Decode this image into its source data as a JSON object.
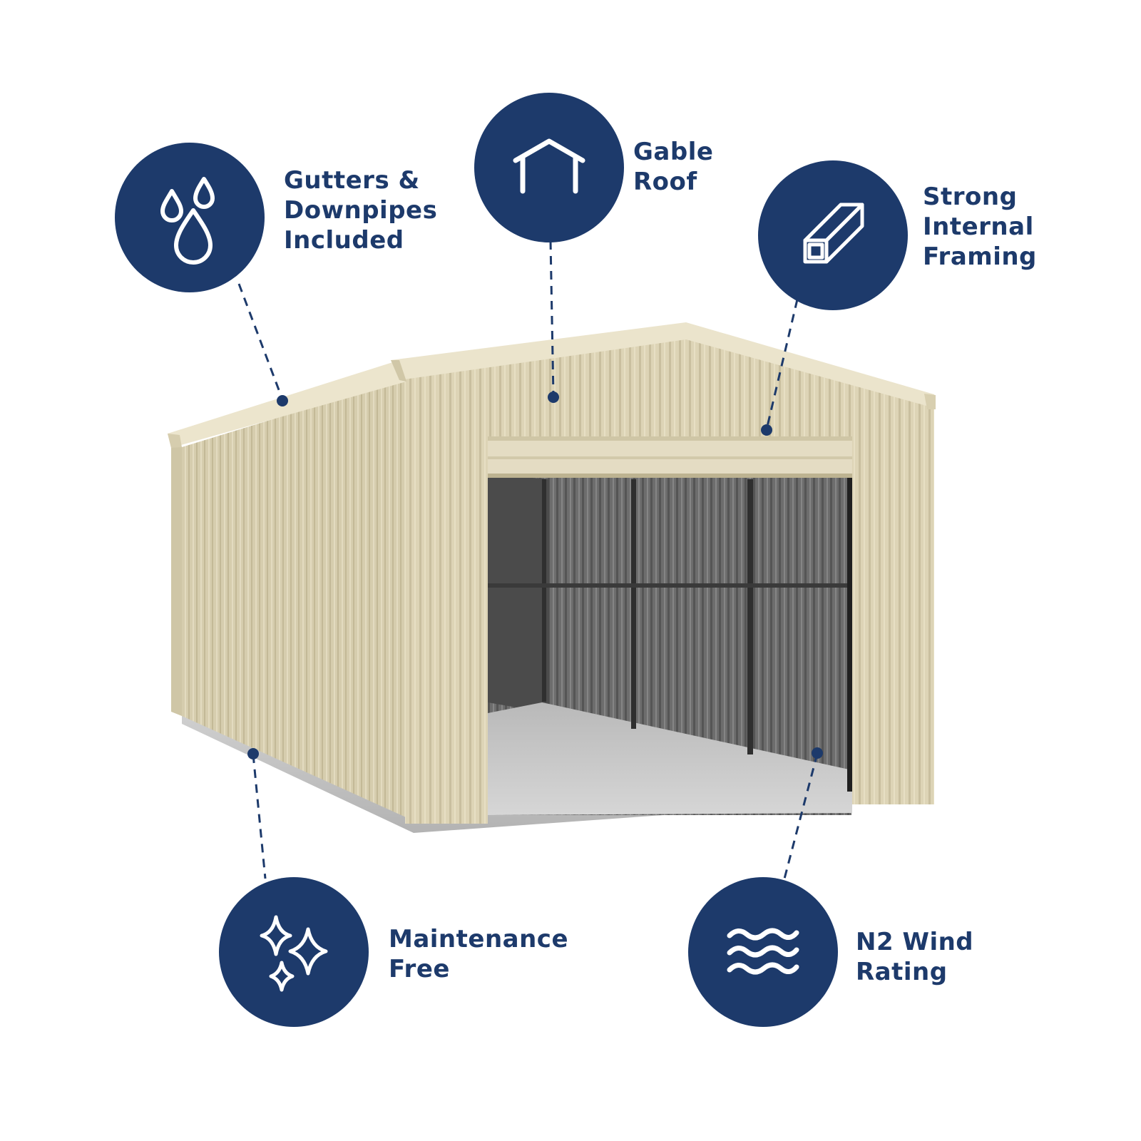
{
  "colors": {
    "accent": "#1d3a6b",
    "shed_panel": "#ddd4b6",
    "shed_interior": "#6c6c6c",
    "floor": "#c9c9c9",
    "background": "#ffffff"
  },
  "features": [
    {
      "id": "gutters",
      "icon": "water-drops-icon",
      "lines": [
        "Gutters &",
        "Downpipes",
        "Included"
      ]
    },
    {
      "id": "gable",
      "icon": "gable-roof-icon",
      "lines": [
        "Gable",
        "Roof"
      ]
    },
    {
      "id": "framing",
      "icon": "box-beam-icon",
      "lines": [
        "Strong",
        "Internal",
        "Framing"
      ]
    },
    {
      "id": "maintenance",
      "icon": "sparkles-icon",
      "lines": [
        "Maintenance",
        "Free"
      ]
    },
    {
      "id": "wind",
      "icon": "wind-waves-icon",
      "lines": [
        "N2 Wind",
        "Rating"
      ]
    }
  ]
}
